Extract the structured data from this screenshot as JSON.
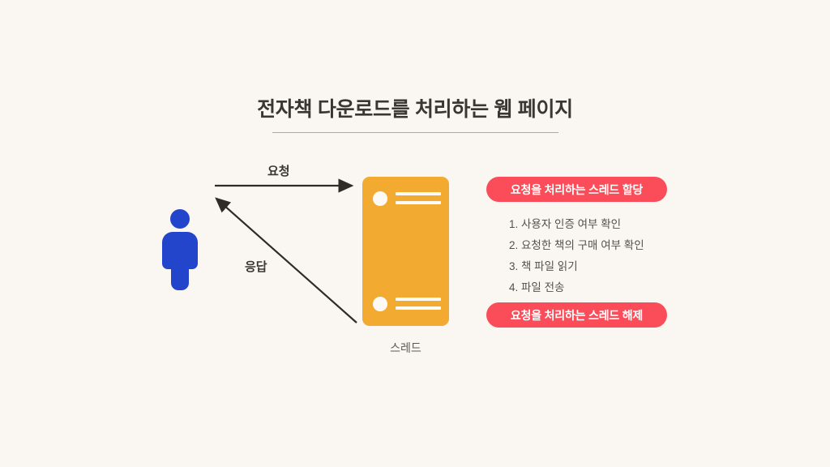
{
  "slide": {
    "title": "전자책 다운로드를 처리하는 웹 페이지",
    "background_color": "#faf6f2"
  },
  "actor": {
    "name": "user-person",
    "color": "#2345cb"
  },
  "flow": {
    "request_label": "요청",
    "response_label": "응답"
  },
  "server": {
    "caption": "스레드",
    "color": "#f2ab30"
  },
  "badges": {
    "allocate": "요청을 처리하는 스레드 할당",
    "release": "요청을 처리하는 스레드 해제",
    "color": "#fb4d59"
  },
  "steps": [
    "1. 사용자 인증 여부 확인",
    "2. 요청한 책의 구매 여부 확인",
    "3. 책 파일 읽기",
    "4. 파일 전송"
  ]
}
